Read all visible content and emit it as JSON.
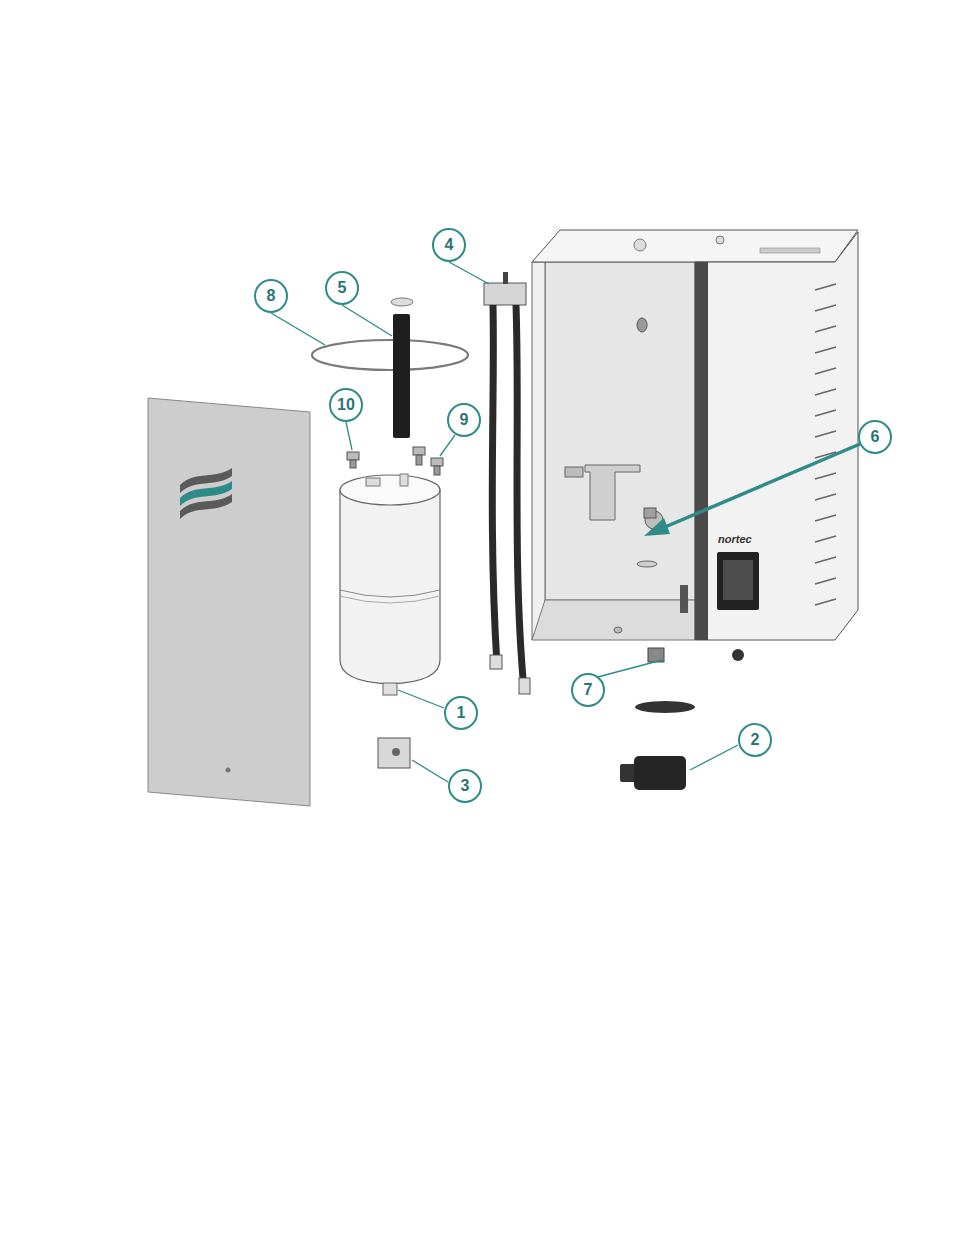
{
  "diagram": {
    "nodes": [
      {
        "text": [
          "4"
        ]
      },
      {
        "text": [
          "8"
        ]
      },
      {
        "text": [
          "5"
        ]
      },
      {
        "text": [
          "10"
        ]
      },
      {
        "text": [
          "9"
        ]
      },
      {
        "text": [
          "6"
        ]
      },
      {
        "text": [
          "7"
        ]
      },
      {
        "text": [
          "1"
        ]
      },
      {
        "text": [
          "2"
        ]
      },
      {
        "text": [
          "3"
        ]
      }
    ],
    "labels": [
      "nortec"
    ]
  }
}
